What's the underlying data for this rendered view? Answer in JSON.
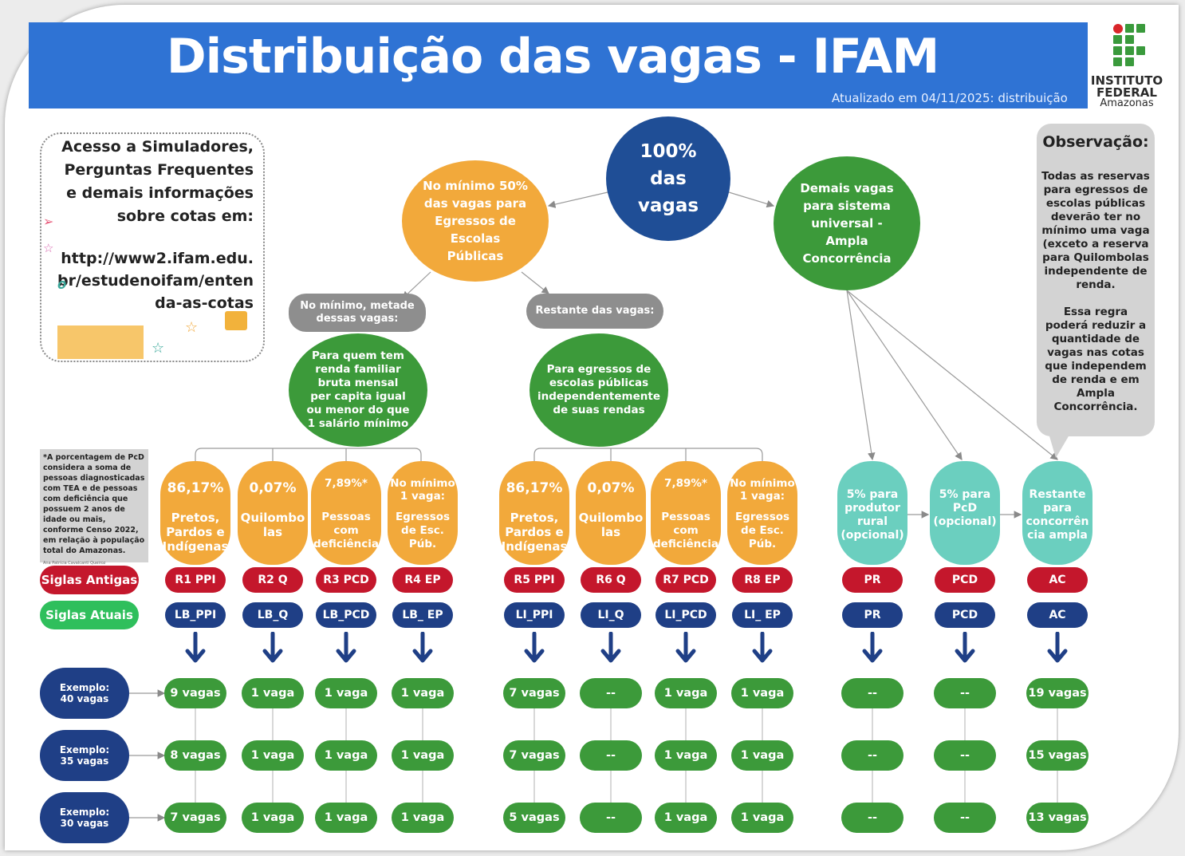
{
  "header": {
    "title": "Distribuição das vagas - IFAM",
    "updated": "Atualizado em 04/11/2025: distribuição",
    "logo_line1": "INSTITUTO",
    "logo_line2": "FEDERAL",
    "logo_line3": "Amazonas"
  },
  "info_box": {
    "lines": [
      "Acesso a Simuladores,",
      "Perguntas Frequentes",
      "e demais informações",
      "sobre cotas em:"
    ],
    "link": "http://www2.ifam.edu.br/estudenoifam/entenda-as-cotas"
  },
  "observation": {
    "title": "Observação:",
    "paragraph1": "Todas as reservas para egressos de escolas públicas deverão ter no mínimo uma vaga (exceto a reserva para Quilombolas independente de renda.",
    "paragraph2": "Essa regra poderá reduzir a quantidade de vagas nas cotas que independem de renda e em Ampla Concorrência."
  },
  "note": {
    "text": "*A porcentagem de PcD considera a soma de pessoas diagnosticadas com TEA e de pessoas com deficiência que possuem 2 anos de idade ou mais, conforme Censo 2022, em relação à população total do Amazonas.",
    "author": "Ana Patrícia Cavalcanti Queiroz"
  },
  "tree": {
    "root": "100% das vagas",
    "public": "No mínimo 50% das vagas para Egressos de Escolas Públicas",
    "universal": "Demais vagas para sistema universal - Ampla Concorrência",
    "half_label": "No mínimo, metade dessas vagas:",
    "rest_label": "Restante das vagas:",
    "low_income": "Para quem tem renda familiar bruta mensal per capita igual ou menor do que 1 salário mínimo",
    "any_income": "Para egressos de escolas públicas independentemente de suas rendas"
  },
  "row_labels": {
    "old": "Siglas Antigas",
    "new": "Siglas Atuais"
  },
  "categories": [
    {
      "pct": "86,17%",
      "label": "Pretos, Pardos e Indígenas",
      "old": "R1 PPI",
      "new": "LB_PPI",
      "vals": [
        "9 vagas",
        "8 vagas",
        "7 vagas"
      ]
    },
    {
      "pct": "0,07%",
      "label": "Quilombo las",
      "old": "R2 Q",
      "new": "LB_Q",
      "vals": [
        "1 vaga",
        "1 vaga",
        "1 vaga"
      ]
    },
    {
      "pct": "7,89%*",
      "label": "Pessoas com deficiência",
      "old": "R3 PCD",
      "new": "LB_PCD",
      "vals": [
        "1 vaga",
        "1 vaga",
        "1 vaga"
      ]
    },
    {
      "pct": "No mínimo 1 vaga:",
      "label": "Egressos de Esc. Púb.",
      "old": "R4 EP",
      "new": "LB_ EP",
      "vals": [
        "1 vaga",
        "1 vaga",
        "1 vaga"
      ]
    },
    {
      "pct": "86,17%",
      "label": "Pretos, Pardos e Indígenas",
      "old": "R5 PPI",
      "new": "LI_PPI",
      "vals": [
        "7 vagas",
        "7 vagas",
        "5 vagas"
      ]
    },
    {
      "pct": "0,07%",
      "label": "Quilombo las",
      "old": "R6 Q",
      "new": "LI_Q",
      "vals": [
        "--",
        "--",
        "--"
      ]
    },
    {
      "pct": "7,89%*",
      "label": "Pessoas com deficiência",
      "old": "R7 PCD",
      "new": "LI_PCD",
      "vals": [
        "1 vaga",
        "1 vaga",
        "1 vaga"
      ]
    },
    {
      "pct": "No mínimo 1 vaga:",
      "label": "Egressos de Esc. Púb.",
      "old": "R8 EP",
      "new": "LI_ EP",
      "vals": [
        "1 vaga",
        "1 vaga",
        "1 vaga"
      ]
    },
    {
      "pct": "",
      "label": "5% para produtor rural (opcional)",
      "old": "PR",
      "new": "PR",
      "vals": [
        "--",
        "--",
        "--"
      ]
    },
    {
      "pct": "",
      "label": "5% para PcD (opcional)",
      "old": "PCD",
      "new": "PCD",
      "vals": [
        "--",
        "--",
        "--"
      ]
    },
    {
      "pct": "",
      "label": "Restante para concorrên cia ampla",
      "old": "AC",
      "new": "AC",
      "vals": [
        "19 vagas",
        "15 vagas",
        "13 vagas"
      ]
    }
  ],
  "examples": [
    {
      "line1": "Exemplo:",
      "line2": "40 vagas"
    },
    {
      "line1": "Exemplo:",
      "line2": "35 vagas"
    },
    {
      "line1": "Exemplo:",
      "line2": "30 vagas"
    }
  ],
  "colors": {
    "header_blue": "#2f73d4",
    "navy": "#1f4e96",
    "orange": "#f2a93b",
    "green": "#3c9a3a",
    "teal": "#6bcfbf",
    "red": "#c4172c",
    "dark_blue": "#1f3f86",
    "grey": "#8e8e8e"
  }
}
